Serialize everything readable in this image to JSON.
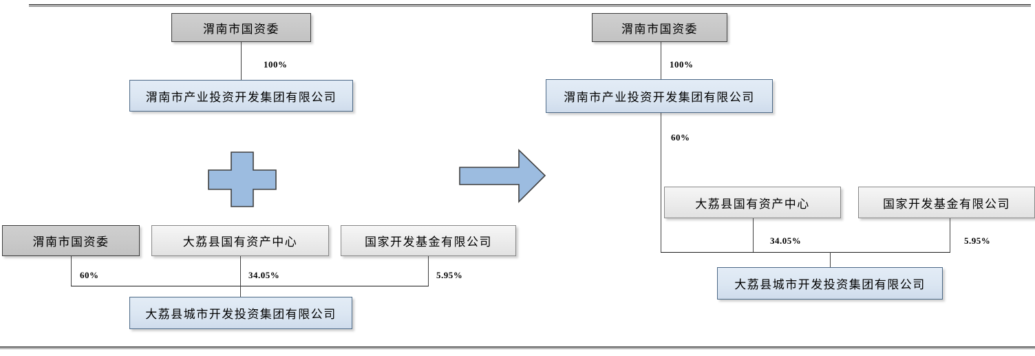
{
  "diagram": {
    "type": "org-ownership-restructuring",
    "rules": {
      "top": "horizontal-rule",
      "bottom": "horizontal-rule"
    },
    "operators": {
      "plus": "plus-symbol",
      "arrow": "right-arrow-symbol"
    },
    "before": {
      "group_a": {
        "parent": {
          "label": "渭南市国资委",
          "style": "gray"
        },
        "edge": {
          "percent": "100%"
        },
        "child": {
          "label": "渭南市产业投资开发集团有限公司",
          "style": "blue"
        }
      },
      "group_b": {
        "shareholders": [
          {
            "label": "渭南市国资委",
            "style": "gray",
            "percent": "60%"
          },
          {
            "label": "大荔县国有资产中心",
            "style": "white",
            "percent": "34.05%"
          },
          {
            "label": "国家开发基金有限公司",
            "style": "white",
            "percent": "5.95%"
          }
        ],
        "child": {
          "label": "大荔县城市开发投资集团有限公司",
          "style": "blue"
        }
      }
    },
    "after": {
      "parent": {
        "label": "渭南市国资委",
        "style": "gray"
      },
      "edge_top": {
        "percent": "100%"
      },
      "mid": {
        "label": "渭南市产业投资开发集团有限公司",
        "style": "blue"
      },
      "edge_mid": {
        "percent": "60%"
      },
      "shareholders": [
        {
          "label": "大荔县国有资产中心",
          "style": "white",
          "percent": "34.05%"
        },
        {
          "label": "国家开发基金有限公司",
          "style": "white",
          "percent": "5.95%"
        }
      ],
      "child": {
        "label": "大荔县城市开发投资集团有限公司",
        "style": "blue"
      }
    }
  },
  "colors": {
    "gray_box": "#c9c9c9",
    "white_box": "#ebebeb",
    "blue_box": "#dbe6f2",
    "blue_box_border": "#4a6785",
    "operator_fill": "#9cbce0",
    "operator_stroke": "#3f3f3f",
    "rule": "#595959",
    "line": "#1a1a1a"
  }
}
